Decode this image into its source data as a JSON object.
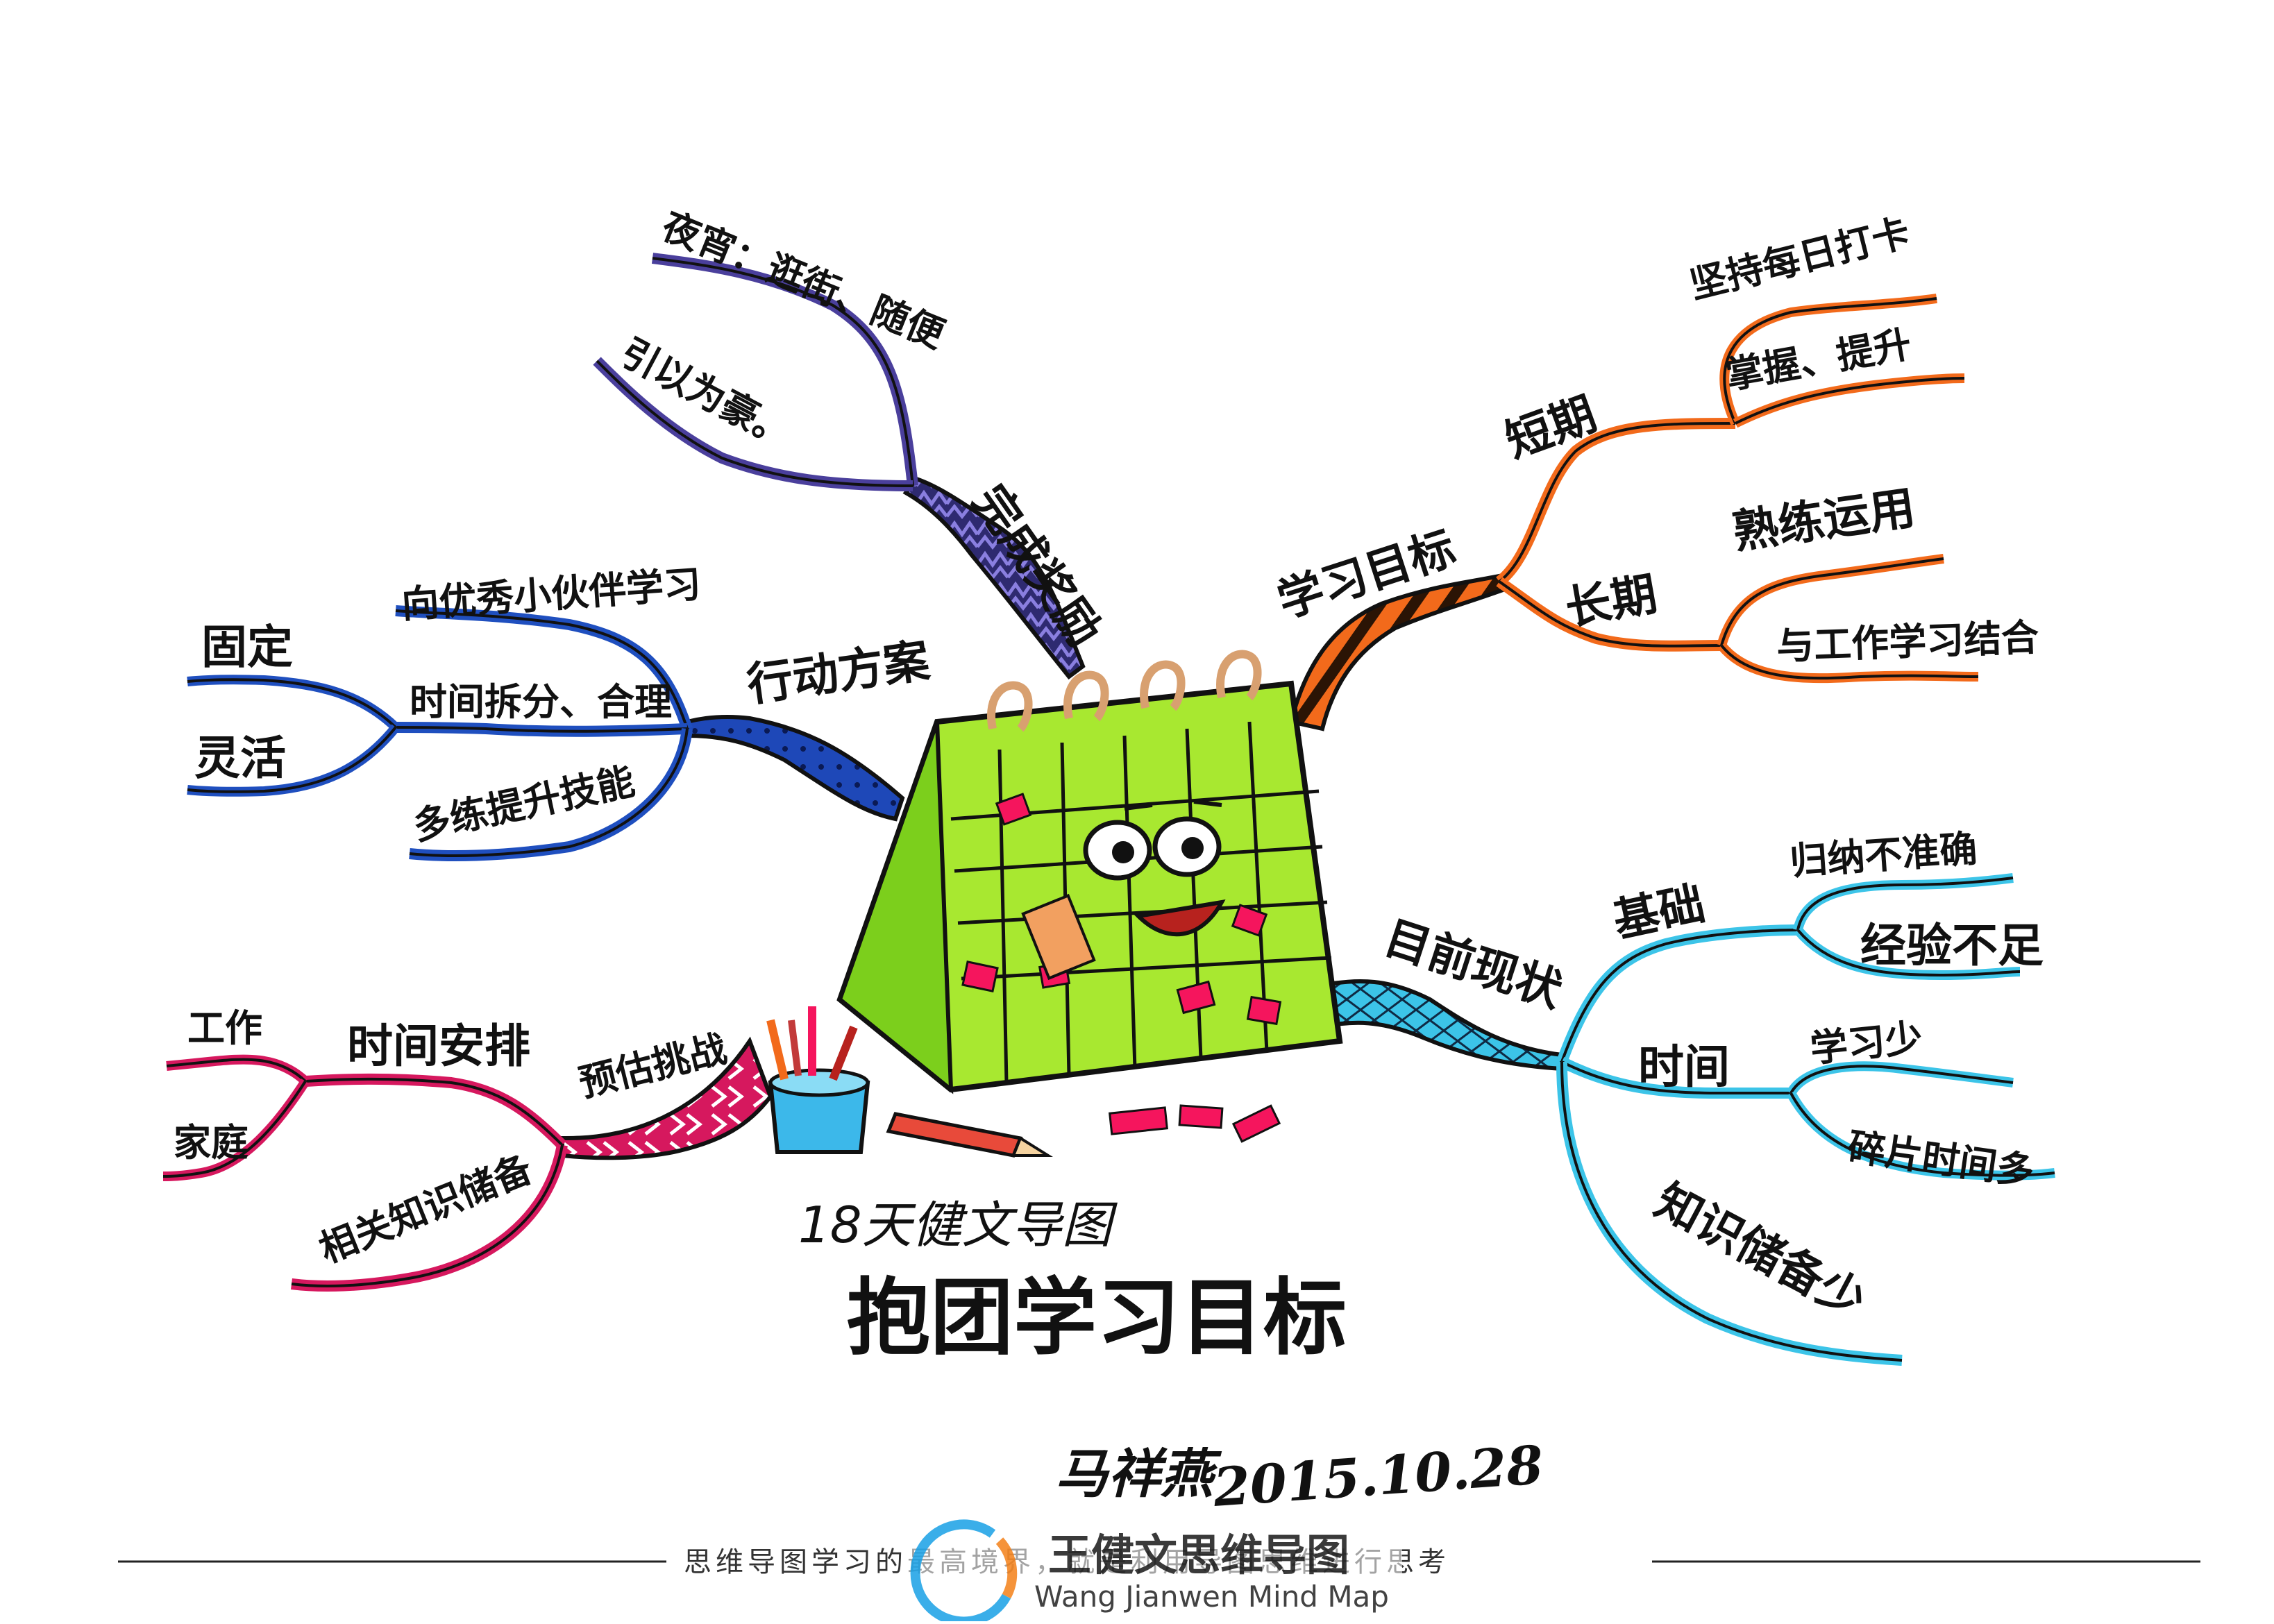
{
  "title": "抱团学习目标",
  "subtitle": "18天健文导图",
  "signature": {
    "name": "马祥燕",
    "date": "2015.10.28"
  },
  "footer": {
    "slogan": "思维导图学习的最高境界，就是利用导图思维进行思考",
    "brand_cn": "王健文思维导图",
    "brand_en": "Wang Jianwen Mind Map"
  },
  "colors": {
    "purple": "#4a3f9c",
    "orange": "#f26a1b",
    "blue": "#1f4fbf",
    "pink": "#d6185e",
    "cyan": "#3cc4e8",
    "calendar": "#a8e830",
    "outline": "#111111"
  },
  "branches": {
    "reward": {
      "label": "完成奖励",
      "children": [
        "夜宵：逛街、随便",
        "引以为豪。"
      ]
    },
    "goals": {
      "label": "学习目标",
      "children": [
        {
          "label": "短期",
          "children": [
            "坚持每日打卡",
            "掌握、提升"
          ]
        },
        {
          "label": "长期",
          "children": [
            "熟练运用",
            "与工作学习结合"
          ]
        }
      ]
    },
    "action": {
      "label": "行动方案",
      "children": [
        {
          "label": "向优秀小伙伴学习",
          "children": []
        },
        {
          "label": "时间拆分、合理",
          "children": [
            "固定",
            "灵活"
          ]
        },
        {
          "label": "多练提升技能",
          "children": []
        }
      ]
    },
    "status": {
      "label": "目前现状",
      "children": [
        {
          "label": "基础",
          "children": [
            "归纳不准确",
            "经验不足"
          ]
        },
        {
          "label": "时间",
          "children": [
            "学习少",
            "碎片时间多"
          ]
        },
        {
          "label": "知识储备少",
          "children": []
        }
      ]
    },
    "challenge": {
      "label": "预估挑战",
      "children": [
        {
          "label": "时间安排",
          "children": [
            "工作",
            "家庭"
          ]
        },
        {
          "label": "相关知识储备",
          "children": []
        }
      ]
    }
  }
}
